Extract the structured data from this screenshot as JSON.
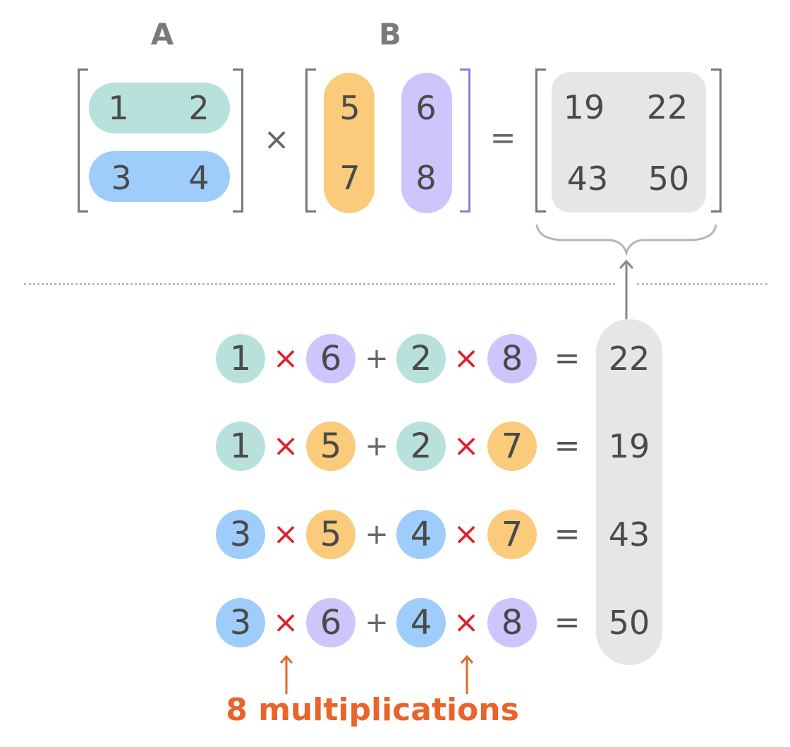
{
  "colors": {
    "teal": "#b9e1dc",
    "blue": "#9fcdfb",
    "orange": "#f9cb7a",
    "purple": "#cdc5fb",
    "gray_fill": "#e6e6e6",
    "red_times": "#e0202a",
    "orange_caption": "#e8642a"
  },
  "matrix_a": {
    "label": "A",
    "rows": [
      [
        "1",
        "2"
      ],
      [
        "3",
        "4"
      ]
    ]
  },
  "matrix_b": {
    "label": "B",
    "cols": [
      [
        "5",
        "7"
      ],
      [
        "6",
        "8"
      ]
    ]
  },
  "operators": {
    "times": "×",
    "equals": "=",
    "plus": "+"
  },
  "matrix_c": {
    "rows": [
      [
        "19",
        "22"
      ],
      [
        "43",
        "50"
      ]
    ]
  },
  "equations": [
    {
      "a1": "1",
      "b1": "6",
      "a2": "2",
      "b2": "8",
      "result": "22",
      "a_color": "teal",
      "b_color": "purple"
    },
    {
      "a1": "1",
      "b1": "5",
      "a2": "2",
      "b2": "7",
      "result": "19",
      "a_color": "teal",
      "b_color": "orange"
    },
    {
      "a1": "3",
      "b1": "5",
      "a2": "4",
      "b2": "7",
      "result": "43",
      "a_color": "blue",
      "b_color": "orange"
    },
    {
      "a1": "3",
      "b1": "6",
      "a2": "4",
      "b2": "8",
      "result": "50",
      "a_color": "blue",
      "b_color": "purple"
    }
  ],
  "caption": "8 multiplications"
}
